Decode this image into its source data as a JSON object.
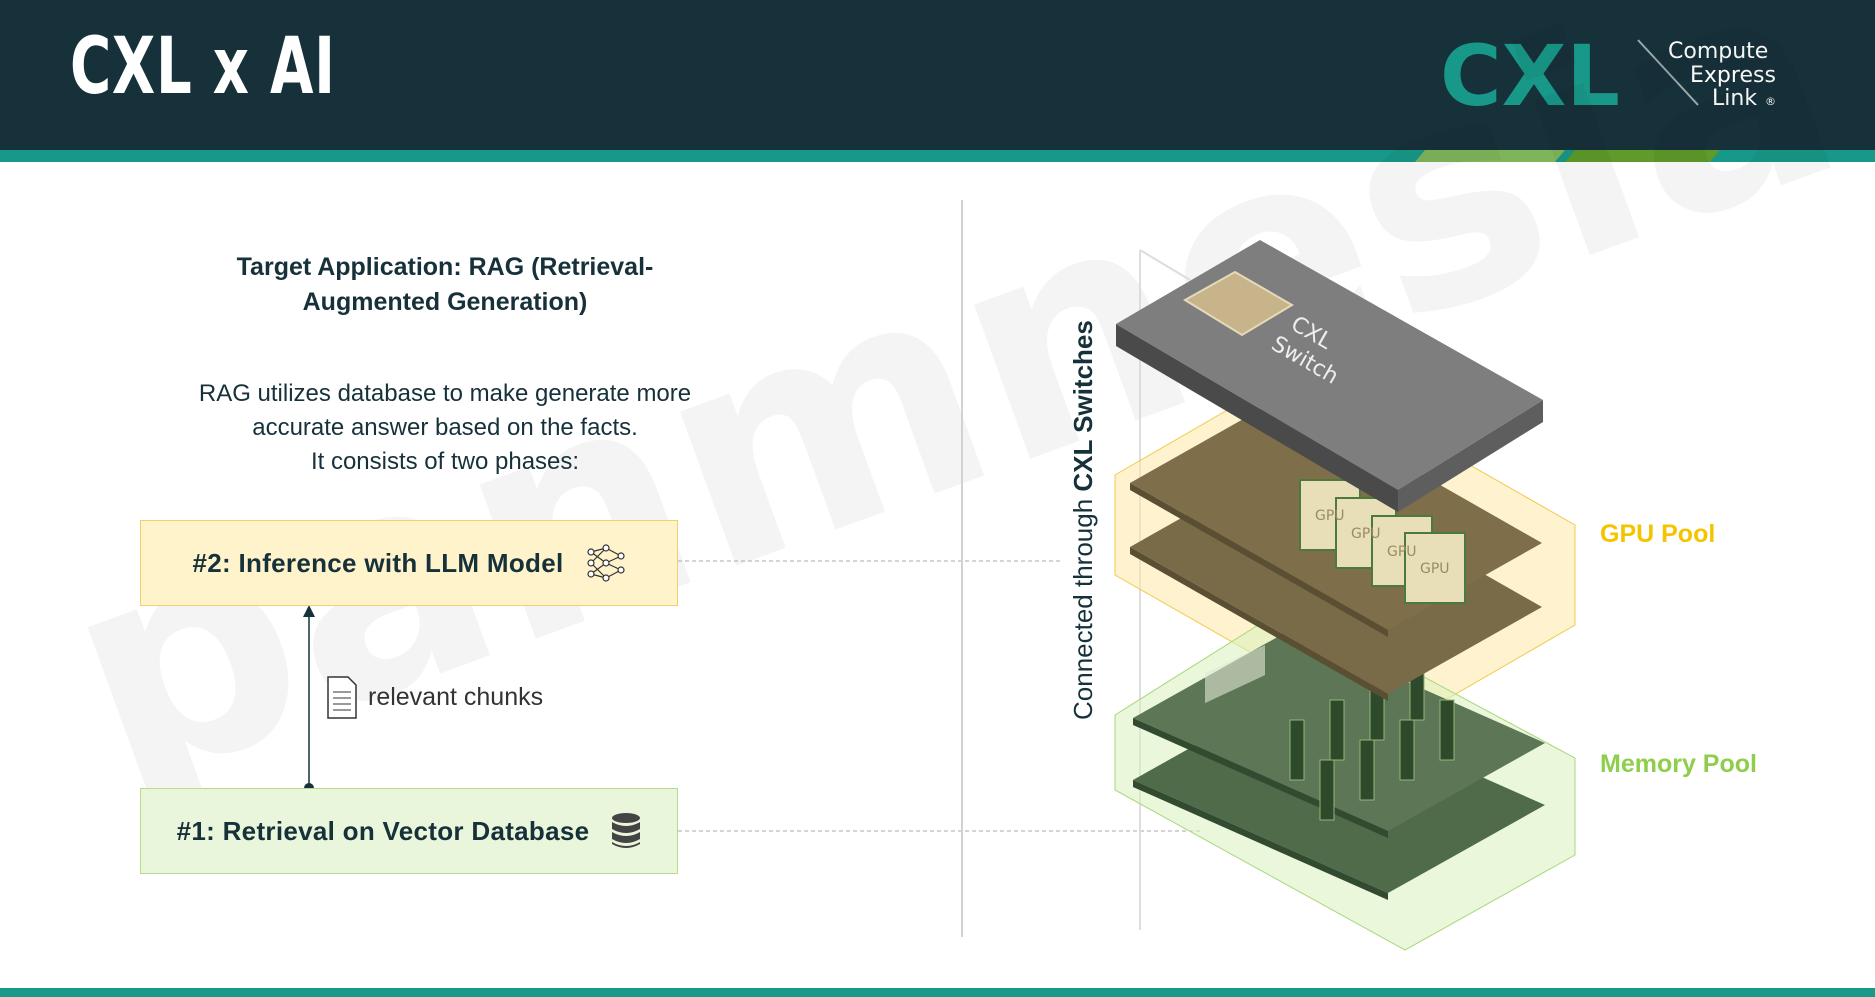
{
  "header": {
    "title": "CXL x AI",
    "logo": {
      "mark": "CXL",
      "line1": "Compute",
      "line2": "Express",
      "line3": "Link",
      "registered": "®"
    }
  },
  "watermark": "panmnesia",
  "left": {
    "heading": "Target Application: RAG (Retrieval-Augmented Generation)",
    "description_lines": [
      "RAG utilizes database to make generate more",
      "accurate answer based on the facts.",
      "It consists of two phases:"
    ],
    "phase2": {
      "label": "#2: Inference with LLM Model",
      "icon": "neural-network-icon"
    },
    "phase1": {
      "label": "#1: Retrieval on Vector Database",
      "icon": "database-icon"
    },
    "arrow_label": "relevant chunks",
    "arrow_icon": "document-icon"
  },
  "right": {
    "vertical_label_prefix": "Connected through ",
    "vertical_label_bold": "CXL Switches",
    "switch_label_1": "CXL",
    "switch_label_2": "Switch",
    "gpu_chip_label": "GPU",
    "gpu_pool": "GPU Pool",
    "memory_pool": "Memory Pool"
  },
  "colors": {
    "header": "#17313a",
    "teal": "#179888",
    "lime": "#8fce4c",
    "gpu_pool": "#f5c400",
    "memory_pool": "#8fce4c"
  }
}
